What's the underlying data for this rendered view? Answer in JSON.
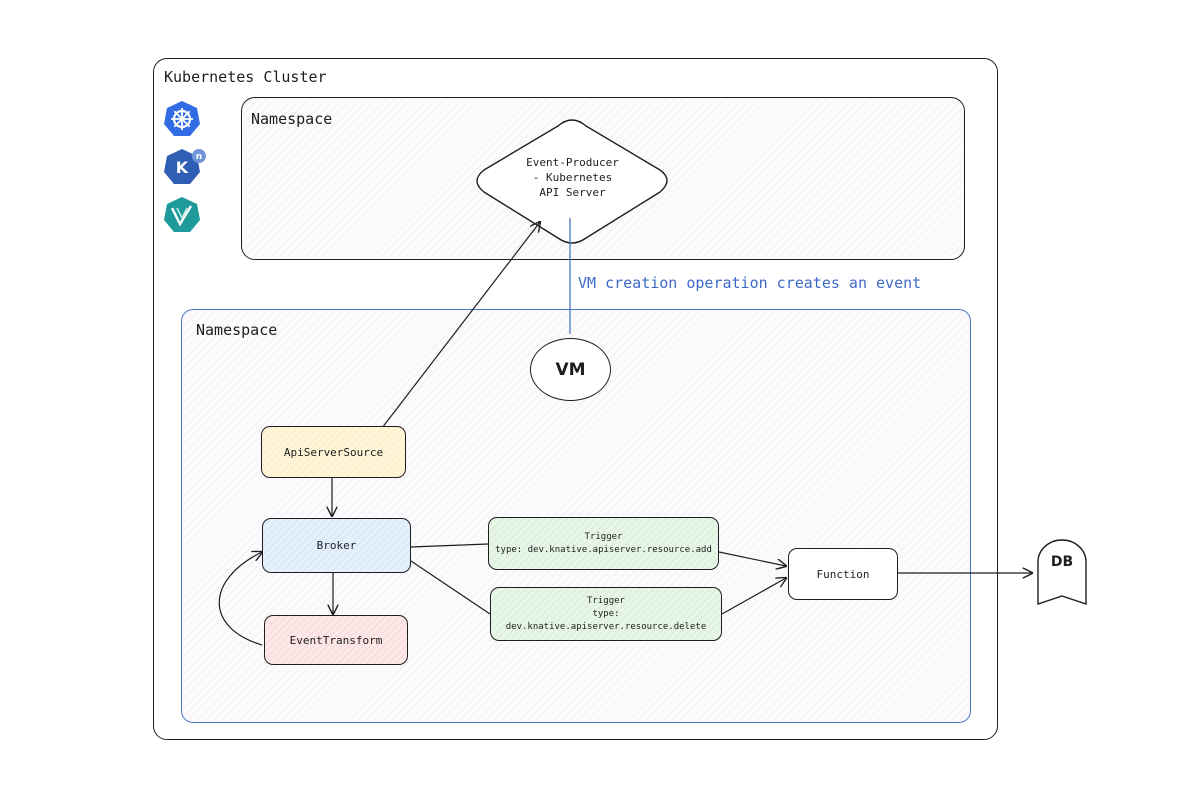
{
  "cluster": {
    "title": "Kubernetes Cluster"
  },
  "namespace_top": {
    "title": "Namespace",
    "event_producer": "Event-Producer\n- Kubernetes\nAPI Server"
  },
  "annotation": "VM creation operation creates an event",
  "namespace_bottom": {
    "title": "Namespace",
    "vm": "VM",
    "api_server_source": "ApiServerSource",
    "broker": "Broker",
    "event_transform": "EventTransform",
    "trigger_add": {
      "title": "Trigger",
      "type": "type: dev.knative.apiserver.resource.add"
    },
    "trigger_delete": {
      "title": "Trigger",
      "type": "type: dev.knative.apiserver.resource.delete"
    },
    "function": "Function"
  },
  "db": "DB",
  "logos": [
    {
      "icon": "kubernetes-logo-icon",
      "color": "#326ce5"
    },
    {
      "icon": "knative-logo-icon",
      "letter": "K",
      "badge": "n",
      "color": "#2f5fb5"
    },
    {
      "icon": "kubevirt-logo-icon",
      "color": "#1f9a9a"
    }
  ],
  "colors": {
    "annotation": "#3d6ac8",
    "namespace_bottom_border": "#4a78c0",
    "api_server_source": "#fff5d8",
    "broker": "#e4f0fb",
    "trigger": "#e8f6e8",
    "event_transform": "#fde8e8"
  }
}
